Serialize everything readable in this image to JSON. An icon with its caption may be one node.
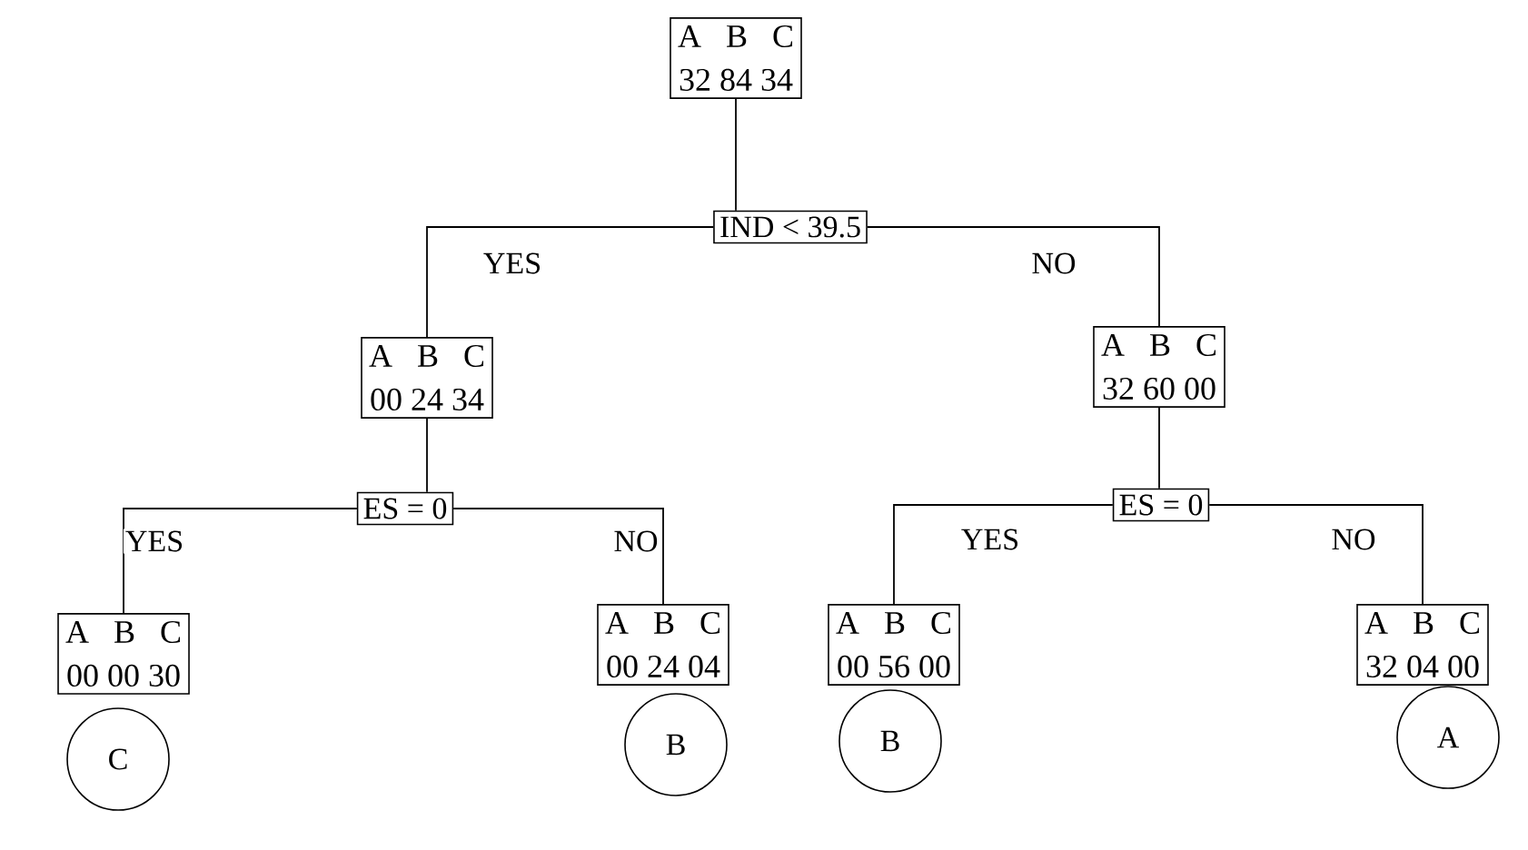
{
  "diagram": {
    "nodes": [
      {
        "text": [
          "A B C",
          "32 84 34"
        ]
      },
      {
        "text": [
          "IND < 39.5"
        ]
      },
      {
        "text": [
          "A B C",
          "00 24 34"
        ]
      },
      {
        "text": [
          "A B C",
          "32 60 00"
        ]
      },
      {
        "text": [
          "ES = 0"
        ]
      },
      {
        "text": [
          "ES = 0"
        ]
      },
      {
        "text": [
          "A B C",
          "00 00 30"
        ]
      },
      {
        "text": [
          "A B C",
          "00 24 04"
        ]
      },
      {
        "text": [
          "A B C",
          "00 56 00"
        ]
      },
      {
        "text": [
          "A B C",
          "32 04 00"
        ]
      },
      {
        "text": [
          "C"
        ]
      },
      {
        "text": [
          "B"
        ]
      },
      {
        "text": [
          "B"
        ]
      },
      {
        "text": [
          "A"
        ]
      }
    ],
    "edges": [
      {
        "from": 0,
        "to": 1,
        "arrow": "none"
      },
      {
        "from": 1,
        "to": 2,
        "arrow": "none",
        "label": "YES"
      },
      {
        "from": 1,
        "to": 3,
        "arrow": "none",
        "label": "NO"
      },
      {
        "from": 2,
        "to": 4,
        "arrow": "none"
      },
      {
        "from": 3,
        "to": 5,
        "arrow": "none"
      },
      {
        "from": 4,
        "to": 6,
        "arrow": "none",
        "label": "YES"
      },
      {
        "from": 4,
        "to": 7,
        "arrow": "none",
        "label": "NO"
      },
      {
        "from": 5,
        "to": 8,
        "arrow": "none",
        "label": "YES"
      },
      {
        "from": 5,
        "to": 9,
        "arrow": "none",
        "label": "NO"
      }
    ]
  }
}
